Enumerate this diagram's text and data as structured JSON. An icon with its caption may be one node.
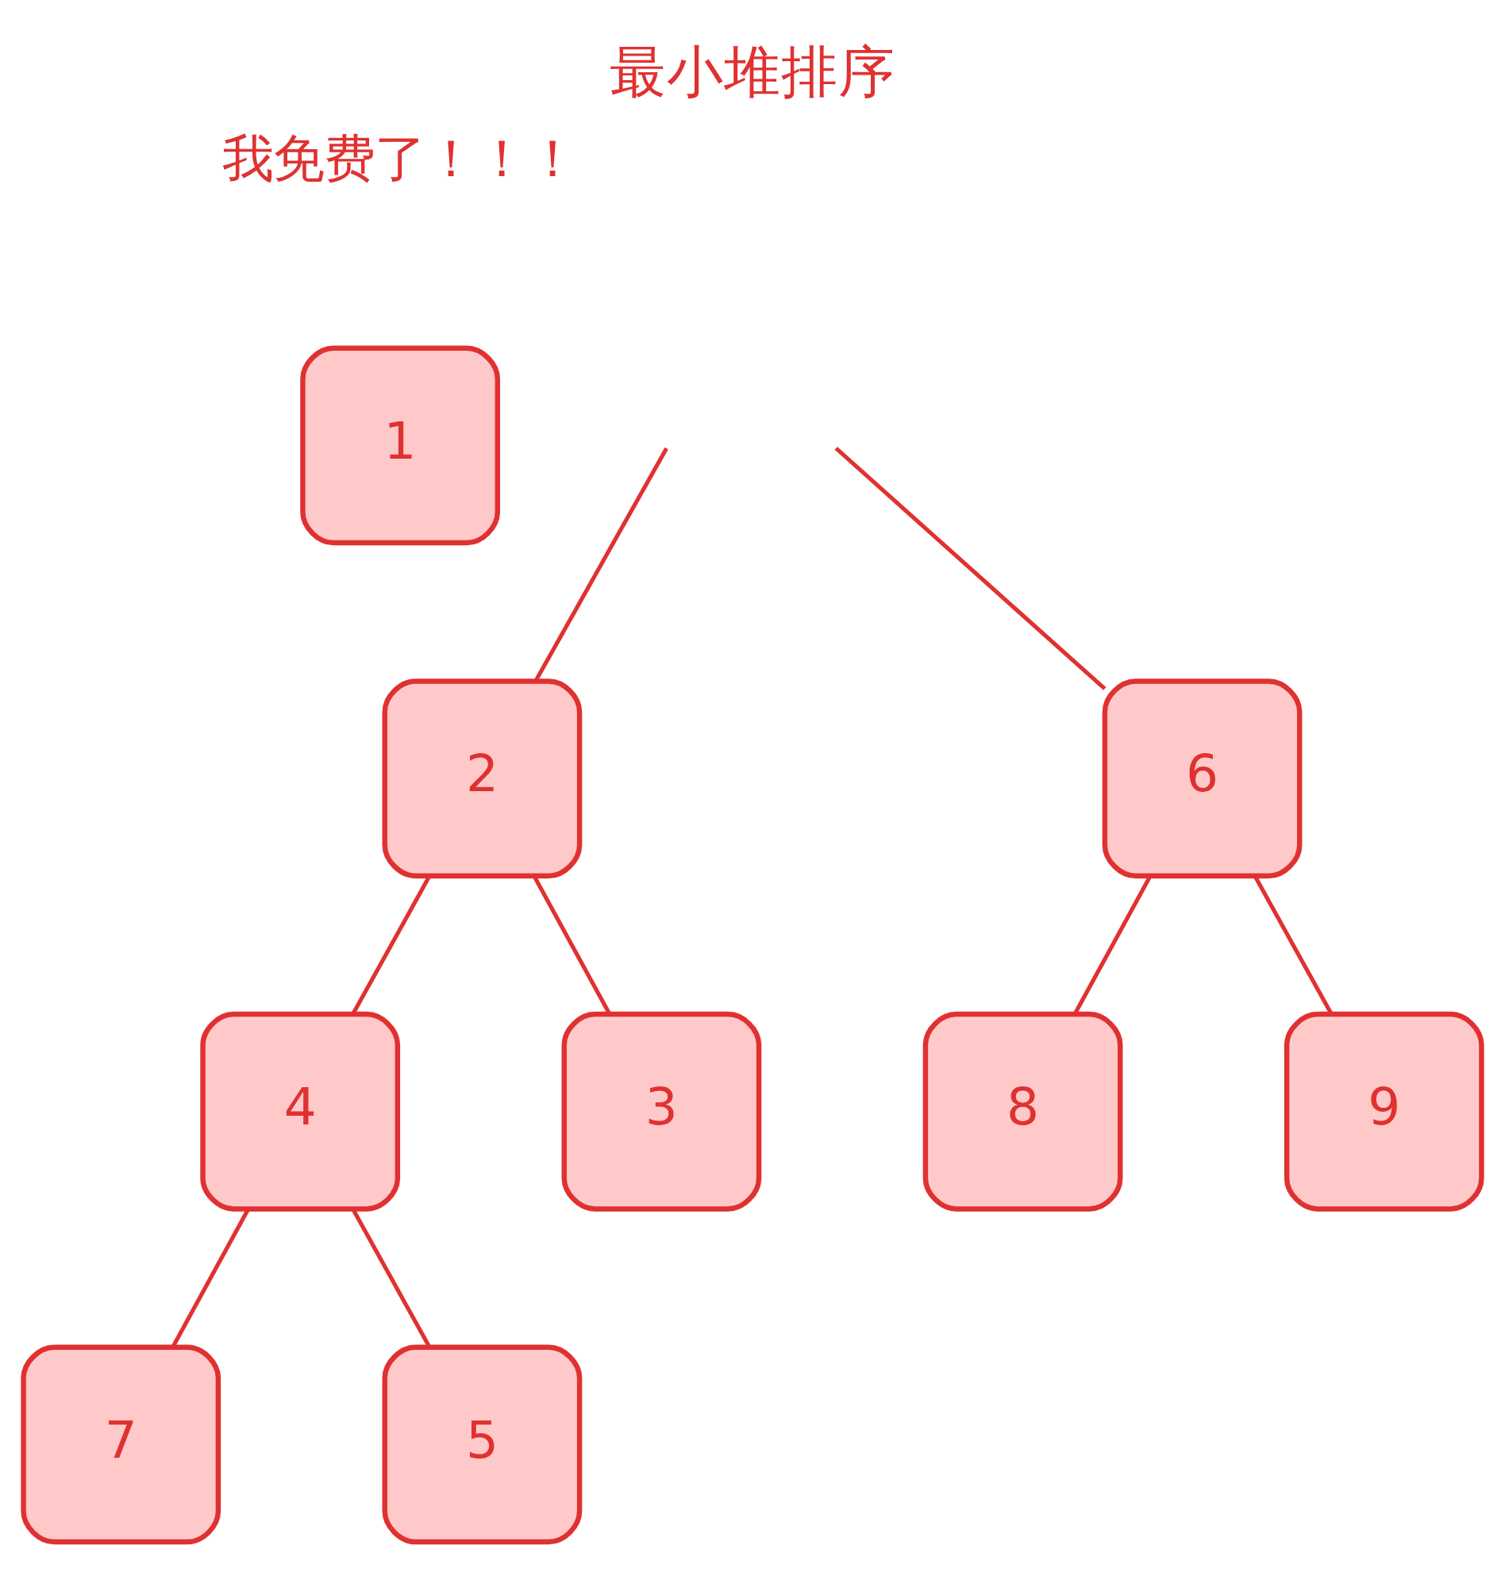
{
  "diagram": {
    "title": "最小堆排序",
    "nodes": [
      {
        "text": [
          "1"
        ],
        "beside": [
          "我免费了！！！"
        ]
      },
      {
        "text": [
          "2"
        ]
      },
      {
        "text": [
          "6"
        ]
      },
      {
        "text": [
          "4"
        ]
      },
      {
        "text": [
          "3"
        ]
      },
      {
        "text": [
          "8"
        ]
      },
      {
        "text": [
          "9"
        ]
      },
      {
        "text": [
          "7"
        ]
      },
      {
        "text": [
          "5"
        ]
      }
    ],
    "edges": [
      {
        "from": null,
        "to": 1,
        "arrow": "none"
      },
      {
        "from": null,
        "to": 2,
        "arrow": "none"
      },
      {
        "from": 1,
        "to": 3,
        "arrow": "none"
      },
      {
        "from": 1,
        "to": 4,
        "arrow": "none"
      },
      {
        "from": 2,
        "to": 5,
        "arrow": "none"
      },
      {
        "from": 2,
        "to": 6,
        "arrow": "none"
      },
      {
        "from": 3,
        "to": 7,
        "arrow": "none"
      },
      {
        "from": 3,
        "to": 8,
        "arrow": "none"
      }
    ]
  }
}
